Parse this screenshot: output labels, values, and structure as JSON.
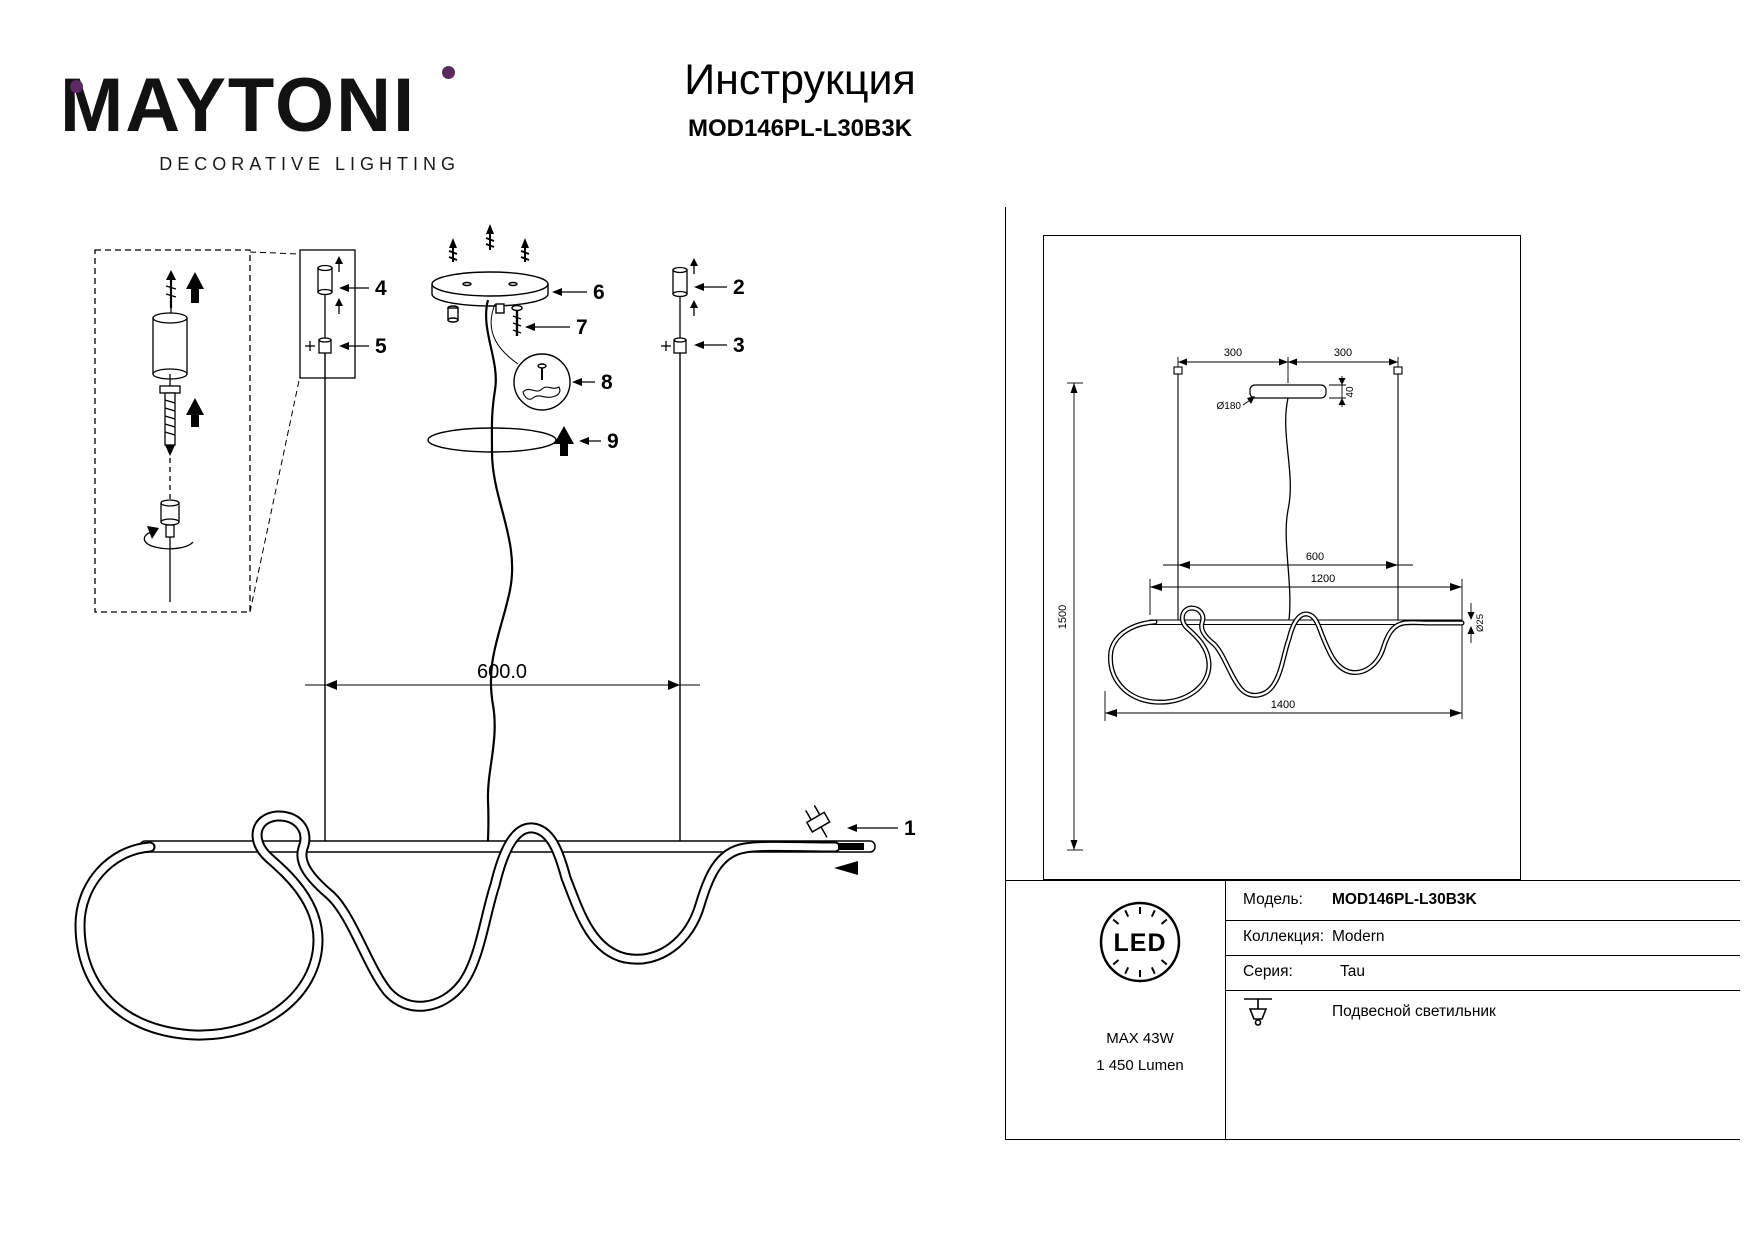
{
  "header": {
    "brand": "MAYTONI",
    "brand_subtitle": "DECORATIVE LIGHTING",
    "doc_title": "Инструкция",
    "model": "MOD146PL-L30B3K"
  },
  "exploded_view": {
    "labels": [
      "1",
      "2",
      "3",
      "4",
      "5",
      "6",
      "7",
      "8",
      "9"
    ],
    "dimension_600": "600.0"
  },
  "dimension_panel": {
    "top_left": "300",
    "top_right": "300",
    "canopy_diameter": "Ø180",
    "canopy_height": "40",
    "suspension_height": "1500",
    "wire_span": "600",
    "inner_width": "1200",
    "tube_diameter": "Ø25",
    "total_width": "1400"
  },
  "specs": {
    "led_logo": "LED",
    "max_power": "MAX 43W",
    "luminous_flux": "1 450 Lumen",
    "rows": [
      {
        "label": "Модель:",
        "value": "MOD146PL-L30B3K"
      },
      {
        "label": "Коллекция:",
        "value": "Modern"
      },
      {
        "label": "Серия:",
        "value": "Tau"
      },
      {
        "label": "",
        "value": "Подвесной светильник"
      }
    ]
  }
}
